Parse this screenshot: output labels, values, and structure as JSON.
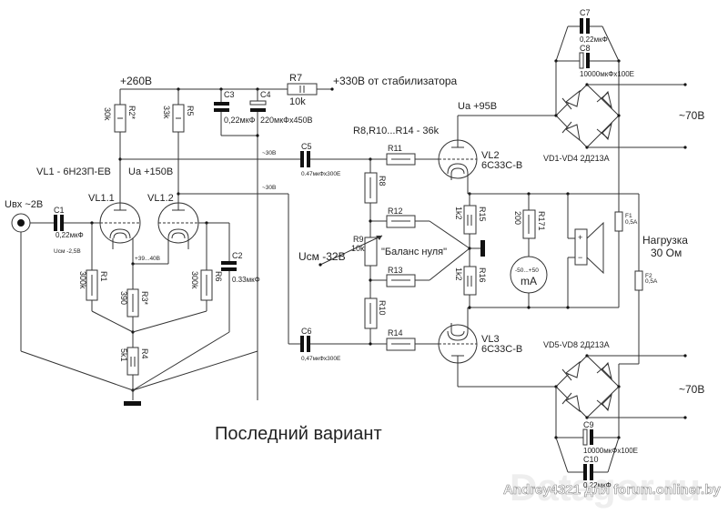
{
  "title": "Последний вариант",
  "watermark": "Andrey4321 для forum.onliner.by",
  "watermark_bg": "Datagor.ru",
  "labels": {
    "supply_260": "+260В",
    "supply_330": "+330В от стабилизатора",
    "vl1_type": "VL1 - 6Н23П-ЕВ",
    "ua_150": "Ua +150В",
    "vl11": "VL1.1",
    "vl12": "VL1.2",
    "uin": "Uвх ~2В",
    "ucm_25": "Uсм -2,5В",
    "cathode_v": "+39...40В",
    "ac30_a": "~30В",
    "ac30_b": "~30В",
    "r8_r14_note": "R8,R10...R14 - 36k",
    "ua_95": "Ua +95В",
    "ucm_32": "Uсм -32В",
    "balance": "\"Баланс нуля\"",
    "vl2": "VL2",
    "vl2_type": "6С33С-В",
    "vl3": "VL3",
    "vl3_type": "6С33С-В",
    "bridge1": "VD1-VD4 2Д213А",
    "bridge2": "VD5-VD8 2Д213А",
    "ac70_top": "~70В",
    "ac70_bot": "~70В",
    "load": "Нагрузка",
    "load_val": "30 Ом",
    "meter_range": "-50...+50",
    "meter_unit": "mA"
  },
  "components": {
    "R1": {
      "name": "R1",
      "value": "300k"
    },
    "R2": {
      "name": "R2*",
      "value": "30k"
    },
    "R3": {
      "name": "R3*",
      "value": "390"
    },
    "R4": {
      "name": "R4",
      "value": "5k1"
    },
    "R5": {
      "name": "R5",
      "value": "33k"
    },
    "R6": {
      "name": "R6",
      "value": "300k"
    },
    "R7": {
      "name": "R7",
      "value": "10k"
    },
    "R8": {
      "name": "R8"
    },
    "R9": {
      "name": "R9",
      "value": "10k"
    },
    "R10": {
      "name": "R10"
    },
    "R11": {
      "name": "R11"
    },
    "R12": {
      "name": "R12"
    },
    "R13": {
      "name": "R13"
    },
    "R14": {
      "name": "R14"
    },
    "R15": {
      "name": "R15",
      "value": "1k2"
    },
    "R16": {
      "name": "R16",
      "value": "1k2"
    },
    "R171": {
      "name": "R171",
      "value": "200"
    },
    "C1": {
      "name": "C1",
      "value": "0,22мкФ"
    },
    "C2": {
      "name": "C2",
      "value": "0.33мкФ"
    },
    "C3": {
      "name": "C3",
      "value": "0,22мкФ"
    },
    "C4": {
      "name": "C4",
      "value": "220мкФх450В"
    },
    "C5": {
      "name": "C5",
      "value": "0.47мкФх300Е"
    },
    "C6": {
      "name": "C6",
      "value": "0,47мкФх300Е"
    },
    "C7": {
      "name": "C7",
      "value": "0,22мкФ"
    },
    "C8": {
      "name": "C8",
      "value": "10000мкФх100Е"
    },
    "C9": {
      "name": "C9",
      "value": "10000мкФх100Е"
    },
    "C10": {
      "name": "C10",
      "value": "0,22мкФ"
    },
    "F1": {
      "name": "F1",
      "value": "0,5А"
    },
    "F2": {
      "name": "F2",
      "value": "0,5А"
    }
  }
}
